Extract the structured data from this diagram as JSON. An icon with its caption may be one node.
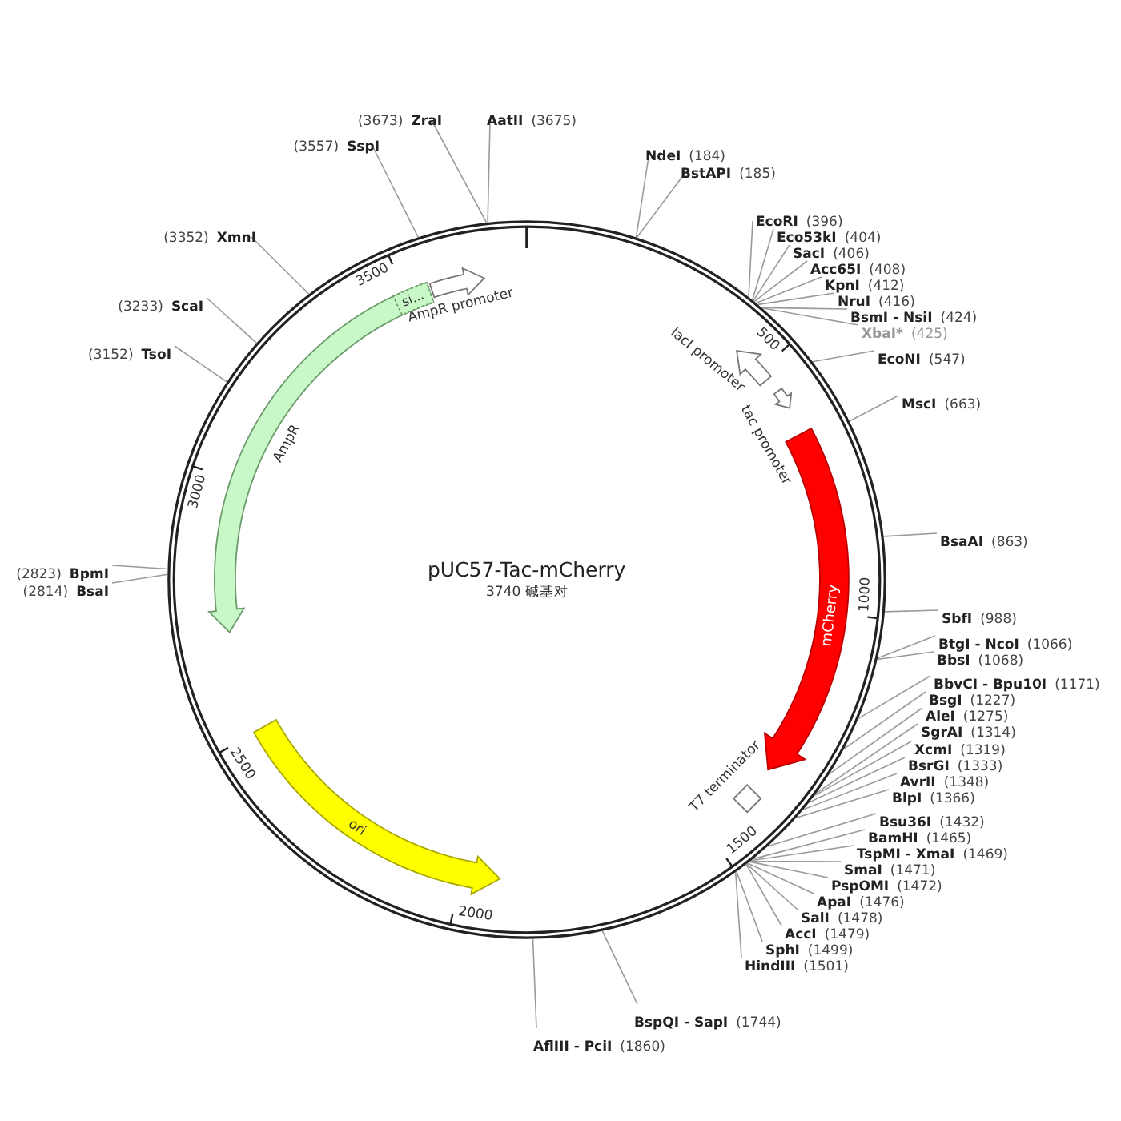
{
  "diagram": {
    "nodes": [
      {
        "text": [
          "pUC57-Tac-mCherry",
          "3740 碱基对"
        ]
      },
      {
        "text": [
          "AmpR promoter"
        ],
        "in": 0
      },
      {
        "text": [
          "AmpR"
        ],
        "in": 0
      },
      {
        "text": [
          "si..."
        ],
        "in": 2
      },
      {
        "text": [
          "lacI promoter"
        ],
        "in": 0
      },
      {
        "text": [
          "tac promoter"
        ],
        "in": 0
      },
      {
        "text": [
          "mCherry"
        ],
        "in": 0
      },
      {
        "text": [
          "T7 terminator"
        ],
        "in": 0
      },
      {
        "text": [
          "ori"
        ],
        "in": 0
      },
      {
        "text": [
          "(3673)",
          "ZraI"
        ]
      },
      {
        "text": [
          "AatII",
          "(3675)"
        ]
      },
      {
        "text": [
          "NdeI",
          "(184)"
        ]
      },
      {
        "text": [
          "BstAPI",
          "(185)"
        ]
      },
      {
        "text": [
          "EcoRI",
          "(396)"
        ]
      },
      {
        "text": [
          "Eco53kI",
          "(404)"
        ]
      },
      {
        "text": [
          "SacI",
          "(406)"
        ]
      },
      {
        "text": [
          "Acc65I",
          "(408)"
        ]
      },
      {
        "text": [
          "KpnI",
          "(412)"
        ]
      },
      {
        "text": [
          "NruI",
          "(416)"
        ]
      },
      {
        "text": [
          "BsmI - NsiI",
          "(424)"
        ]
      },
      {
        "text": [
          "XbaI*",
          "(425)"
        ]
      },
      {
        "text": [
          "EcoNI",
          "(547)"
        ]
      },
      {
        "text": [
          "MscI",
          "(663)"
        ]
      },
      {
        "text": [
          "BsaAI",
          "(863)"
        ]
      },
      {
        "text": [
          "SbfI",
          "(988)"
        ]
      },
      {
        "text": [
          "BtgI - NcoI",
          "(1066)"
        ]
      },
      {
        "text": [
          "BbsI",
          "(1068)"
        ]
      },
      {
        "text": [
          "BbvCI - Bpu10I",
          "(1171)"
        ]
      },
      {
        "text": [
          "BsgI",
          "(1227)"
        ]
      },
      {
        "text": [
          "AleI",
          "(1275)"
        ]
      },
      {
        "text": [
          "SgrAI",
          "(1314)"
        ]
      },
      {
        "text": [
          "XcmI",
          "(1319)"
        ]
      },
      {
        "text": [
          "BsrGI",
          "(1333)"
        ]
      },
      {
        "text": [
          "AvrII",
          "(1348)"
        ]
      },
      {
        "text": [
          "BlpI",
          "(1366)"
        ]
      },
      {
        "text": [
          "Bsu36I",
          "(1432)"
        ]
      },
      {
        "text": [
          "BamHI",
          "(1465)"
        ]
      },
      {
        "text": [
          "TspMI - XmaI",
          "(1469)"
        ]
      },
      {
        "text": [
          "SmaI",
          "(1471)"
        ]
      },
      {
        "text": [
          "PspOMI",
          "(1472)"
        ]
      },
      {
        "text": [
          "ApaI",
          "(1476)"
        ]
      },
      {
        "text": [
          "SalI",
          "(1478)"
        ]
      },
      {
        "text": [
          "AccI",
          "(1479)"
        ]
      },
      {
        "text": [
          "SphI",
          "(1499)"
        ]
      },
      {
        "text": [
          "HindIII",
          "(1501)"
        ]
      },
      {
        "text": [
          "BspQI - SapI",
          "(1744)"
        ]
      },
      {
        "text": [
          "AflIII - PciI",
          "(1860)"
        ]
      },
      {
        "text": [
          "(2814)",
          "BsaI"
        ]
      },
      {
        "text": [
          "(2823)",
          "BpmI"
        ]
      },
      {
        "text": [
          "(3152)",
          "TsoI"
        ]
      },
      {
        "text": [
          "(3233)",
          "ScaI"
        ]
      },
      {
        "text": [
          "(3352)",
          "XmnI"
        ]
      },
      {
        "text": [
          "(3557)",
          "SspI"
        ]
      }
    ],
    "edges": [
      {
        "from": 9,
        "to": 0,
        "arrow": "none"
      },
      {
        "from": 10,
        "to": 0,
        "arrow": "none"
      },
      {
        "from": 11,
        "to": 0,
        "arrow": "none"
      },
      {
        "from": 12,
        "to": 0,
        "arrow": "none"
      },
      {
        "from": 13,
        "to": 0,
        "arrow": "none"
      },
      {
        "from": 14,
        "to": 0,
        "arrow": "none"
      },
      {
        "from": 15,
        "to": 0,
        "arrow": "none"
      },
      {
        "from": 16,
        "to": 0,
        "arrow": "none"
      },
      {
        "from": 17,
        "to": 0,
        "arrow": "none"
      },
      {
        "from": 18,
        "to": 0,
        "arrow": "none"
      },
      {
        "from": 19,
        "to": 0,
        "arrow": "none"
      },
      {
        "from": 20,
        "to": 0,
        "arrow": "none"
      },
      {
        "from": 21,
        "to": 0,
        "arrow": "none"
      },
      {
        "from": 22,
        "to": 0,
        "arrow": "none"
      },
      {
        "from": 23,
        "to": 0,
        "arrow": "none"
      },
      {
        "from": 24,
        "to": 0,
        "arrow": "none"
      },
      {
        "from": 25,
        "to": 0,
        "arrow": "none"
      },
      {
        "from": 26,
        "to": 0,
        "arrow": "none"
      },
      {
        "from": 27,
        "to": 0,
        "arrow": "none"
      },
      {
        "from": 28,
        "to": 0,
        "arrow": "none"
      },
      {
        "from": 29,
        "to": 0,
        "arrow": "none"
      },
      {
        "from": 30,
        "to": 0,
        "arrow": "none"
      },
      {
        "from": 31,
        "to": 0,
        "arrow": "none"
      },
      {
        "from": 32,
        "to": 0,
        "arrow": "none"
      },
      {
        "from": 33,
        "to": 0,
        "arrow": "none"
      },
      {
        "from": 34,
        "to": 0,
        "arrow": "none"
      },
      {
        "from": 35,
        "to": 0,
        "arrow": "none"
      },
      {
        "from": 36,
        "to": 0,
        "arrow": "none"
      },
      {
        "from": 37,
        "to": 0,
        "arrow": "none"
      },
      {
        "from": 38,
        "to": 0,
        "arrow": "none"
      },
      {
        "from": 39,
        "to": 0,
        "arrow": "none"
      },
      {
        "from": 40,
        "to": 0,
        "arrow": "none"
      },
      {
        "from": 41,
        "to": 0,
        "arrow": "none"
      },
      {
        "from": 42,
        "to": 0,
        "arrow": "none"
      },
      {
        "from": 43,
        "to": 0,
        "arrow": "none"
      },
      {
        "from": 44,
        "to": 0,
        "arrow": "none"
      },
      {
        "from": 45,
        "to": 0,
        "arrow": "none"
      },
      {
        "from": 46,
        "to": 0,
        "arrow": "none"
      },
      {
        "from": 47,
        "to": 0,
        "arrow": "none"
      },
      {
        "from": 48,
        "to": 0,
        "arrow": "none"
      },
      {
        "from": 49,
        "to": 0,
        "arrow": "none"
      },
      {
        "from": 50,
        "to": 0,
        "arrow": "none"
      },
      {
        "from": 51,
        "to": 0,
        "arrow": "none"
      },
      {
        "from": 52,
        "to": 0,
        "arrow": "none"
      }
    ],
    "labels": [
      "500",
      "1000",
      "1500",
      "2000",
      "2500",
      "3000",
      "3500"
    ]
  }
}
